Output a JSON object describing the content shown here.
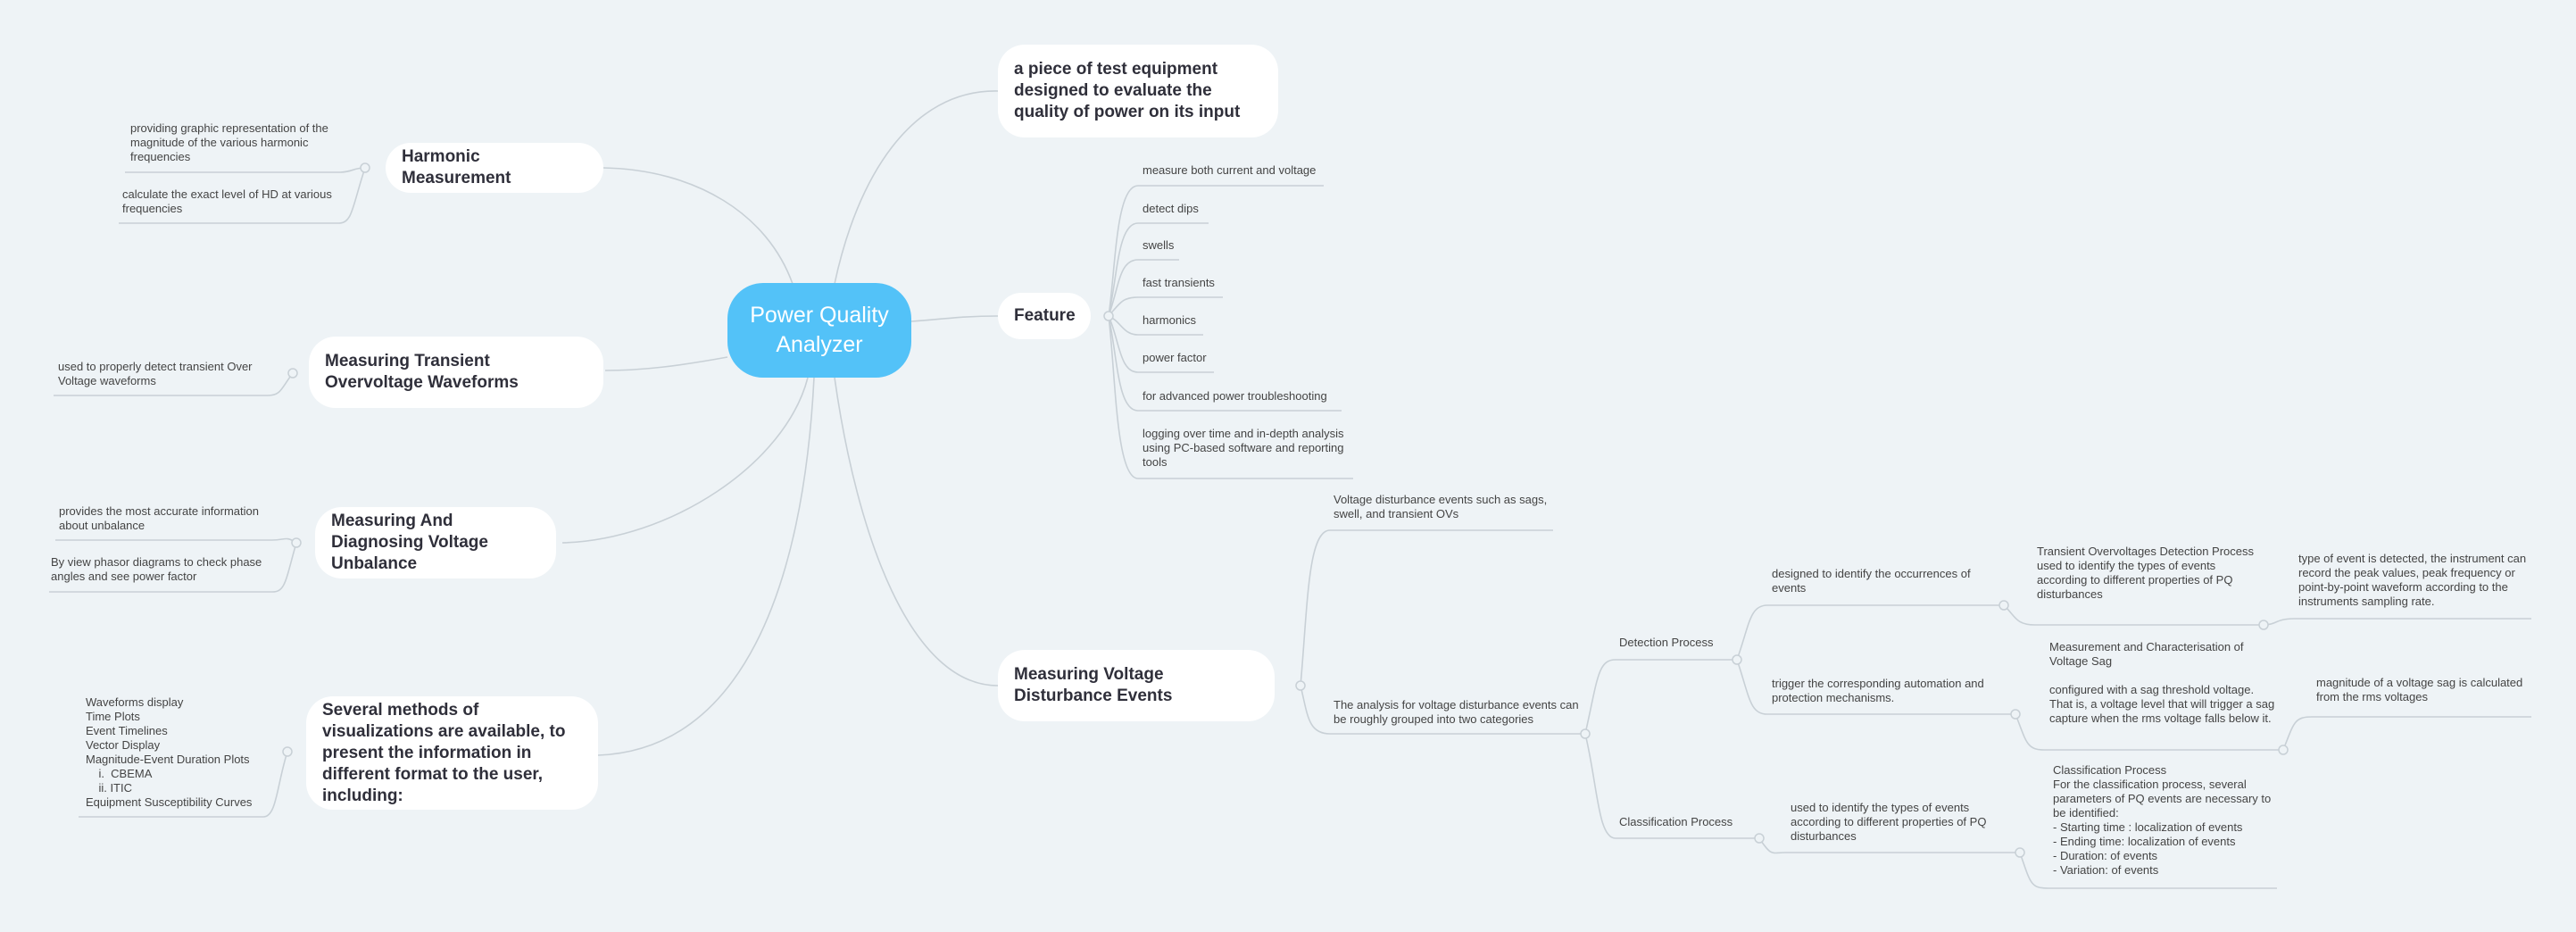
{
  "root": {
    "label": "Power Quality\nAnalyzer"
  },
  "branches": {
    "definition": "a piece of test equipment designed to evaluate the quality of power on its input",
    "feature": "Feature",
    "disturbance": "Measuring Voltage Disturbance Events",
    "harmonic": "Harmonic Measurement",
    "transient": "Measuring Transient Overvoltage Waveforms",
    "unbalance": "Measuring And Diagnosing Voltage Unbalance",
    "visualization": "Several methods of visualizations are available, to present the information in different format to the user, including:"
  },
  "feature_items": [
    "measure both current and voltage",
    "detect dips",
    "swells",
    "fast transients",
    "harmonics",
    "power factor",
    "for advanced power troubleshooting",
    "logging over time and in-depth analysis using PC-based software and reporting tools"
  ],
  "disturbance": {
    "events": "Voltage disturbance events such as sags, swell, and transient OVs",
    "analysis": "The analysis for voltage disturbance events can be roughly grouped into two categories",
    "detection": "Detection Process",
    "classification": "Classification Process",
    "det_identify": "designed to identify the occurrences of events",
    "det_trigger": "trigger the corresponding automation and protection mechanisms.",
    "transient_det": "Transient Overvoltages Detection Process\nused to identify the types of events according to different properties of PQ disturbances",
    "transient_peak": "type of event is detected, the instrument can record the peak values, peak frequency or point-by-point waveform according to the instruments sampling rate.",
    "sag_char": "Measurement and Characterisation of Voltage Sag\n\nconfigured with a sag threshold voltage. That is, a voltage level that will trigger a sag capture when the rms voltage falls below it.",
    "sag_mag": "magnitude of a voltage sag is calculated from the rms voltages",
    "cls_identify": "used to identify the types of events according to different properties of PQ disturbances",
    "cls_process": "Classification Process\nFor the classification process, several parameters of PQ events are necessary to be identified:\n- Starting time : localization of events\n- Ending time: localization of events\n- Duration: of events\n- Variation: of events"
  },
  "harmonic_items": [
    "providing graphic representation of the magnitude of the various harmonic frequencies",
    "calculate the exact level of HD at various frequencies"
  ],
  "transient_items": [
    "used to properly detect transient Over Voltage waveforms"
  ],
  "unbalance_items": [
    "provides the most accurate information about unbalance",
    "By view phasor diagrams to  check phase angles and see power factor"
  ],
  "visualization_items": "Waveforms display\nTime Plots\nEvent Timelines\nVector Display\nMagnitude-Event Duration Plots\n    i.  CBEMA\n    ii. ITIC\nEquipment Susceptibility Curves"
}
